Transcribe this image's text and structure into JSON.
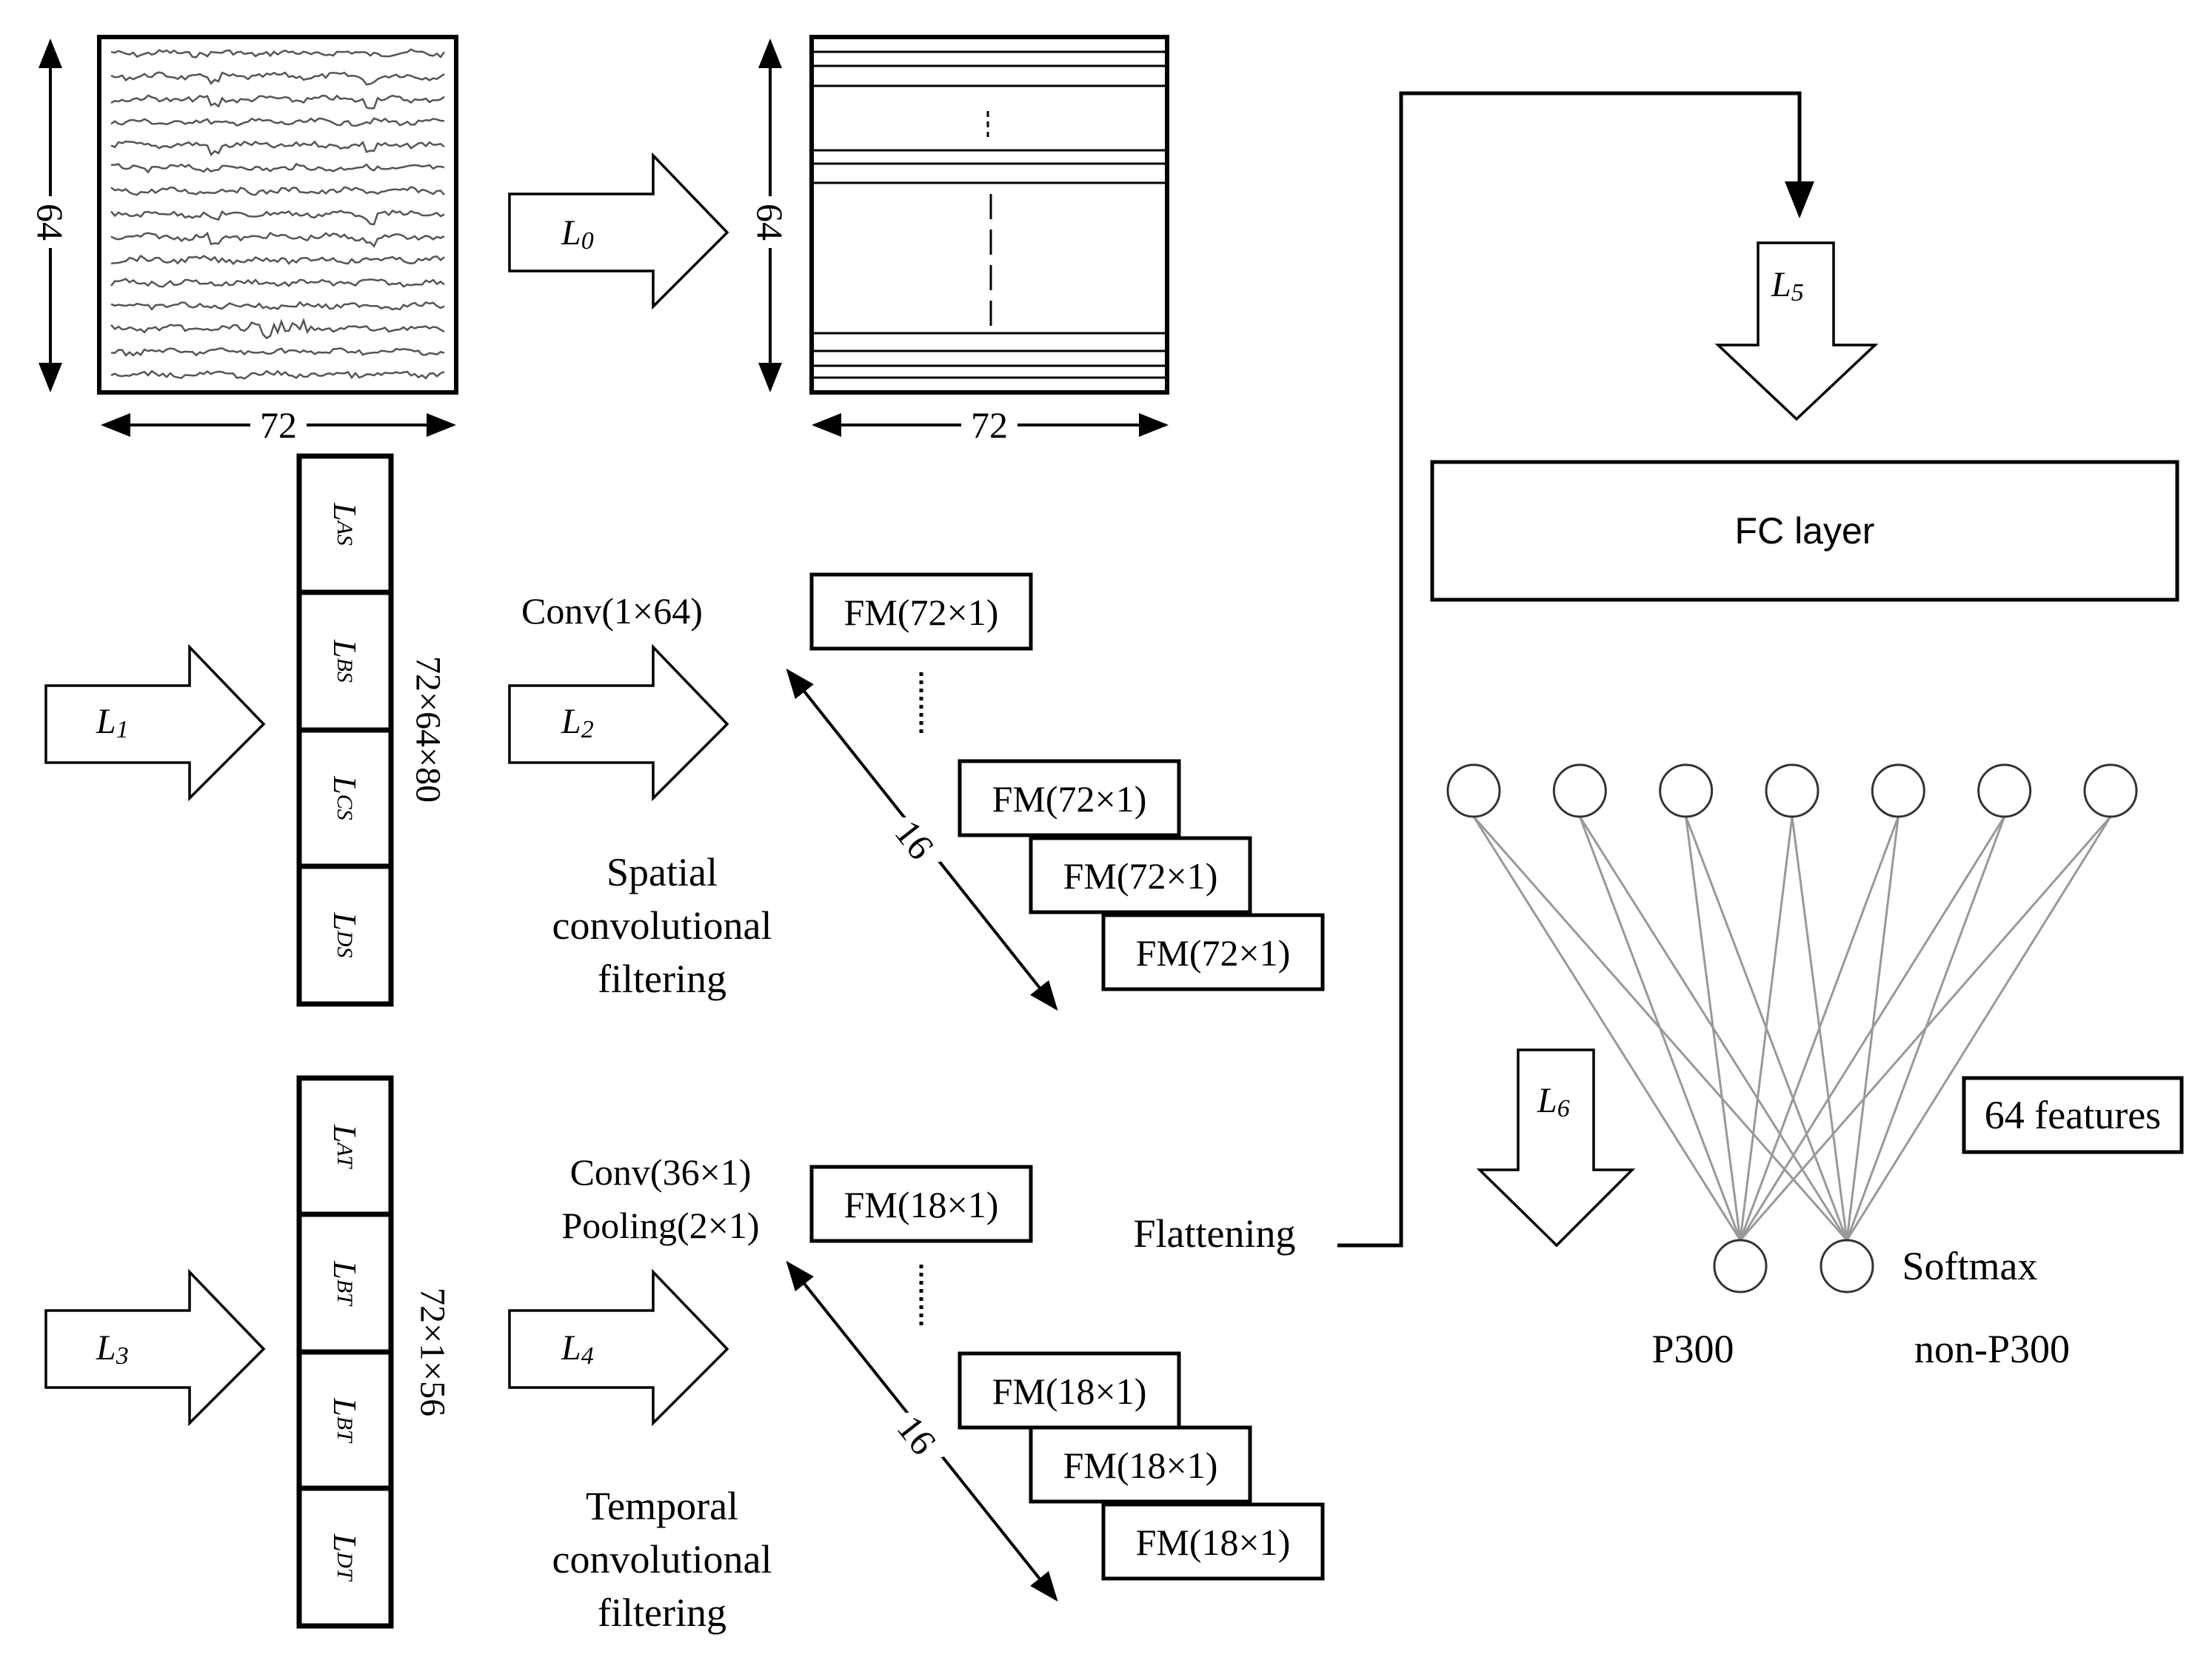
{
  "input_matrix": {
    "height_label": "64",
    "width_label": "72"
  },
  "transformed_matrix": {
    "height_label": "64",
    "width_label": "72"
  },
  "arrows": {
    "L0": {
      "base": "L",
      "sub": "0"
    },
    "L1": {
      "base": "L",
      "sub": "1"
    },
    "L2": {
      "base": "L",
      "sub": "2"
    },
    "L3": {
      "base": "L",
      "sub": "3"
    },
    "L4": {
      "base": "L",
      "sub": "4"
    },
    "L5": {
      "base": "L",
      "sub": "5"
    },
    "L6": {
      "base": "L",
      "sub": "6"
    }
  },
  "spatial_stack": {
    "cells": [
      {
        "base": "L",
        "sub": "AS"
      },
      {
        "base": "L",
        "sub": "BS"
      },
      {
        "base": "L",
        "sub": "CS"
      },
      {
        "base": "L",
        "sub": "DS"
      }
    ],
    "dims": "72×64×80"
  },
  "temporal_stack": {
    "cells": [
      {
        "base": "L",
        "sub": "AT"
      },
      {
        "base": "L",
        "sub": "BT"
      },
      {
        "base": "L",
        "sub": "BT"
      },
      {
        "base": "L",
        "sub": "DT"
      }
    ],
    "dims": "72×1×56"
  },
  "spatial_block": {
    "op": "Conv(1×64)",
    "caption": [
      "Spatial",
      "convolutional",
      "filtering"
    ],
    "feature_maps": [
      "FM(72×1)",
      "FM(72×1)",
      "FM(72×1)",
      "FM(72×1)"
    ],
    "count": "16"
  },
  "temporal_block": {
    "op_line1": "Conv(36×1)",
    "op_line2": "Pooling(2×1)",
    "caption": [
      "Temporal",
      "convolutional",
      "filtering"
    ],
    "feature_maps": [
      "FM(18×1)",
      "FM(18×1)",
      "FM(18×1)",
      "FM(18×1)"
    ],
    "count": "16"
  },
  "flattening_label": "Flattening",
  "fc_layer_label": "FC layer",
  "features_label": "64 features",
  "softmax_label": "Softmax",
  "outputs": [
    "P300",
    "non-P300"
  ],
  "network": {
    "input_nodes": 7,
    "output_nodes": 2,
    "connection_color": "#999999"
  }
}
